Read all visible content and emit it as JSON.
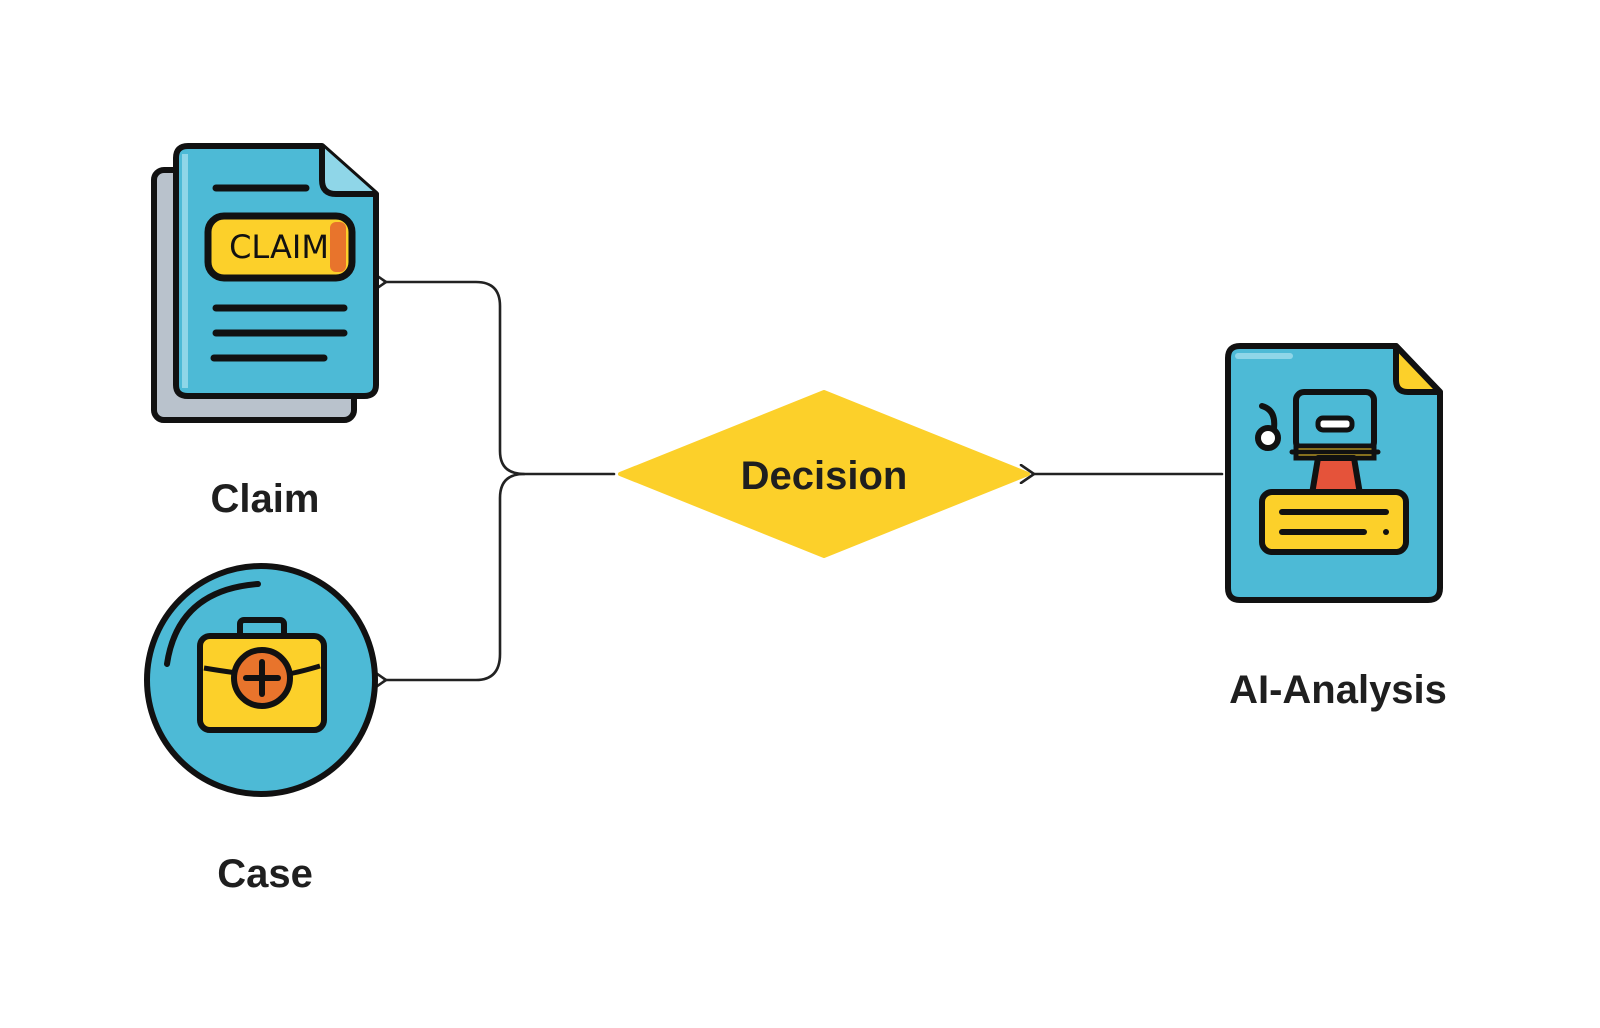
{
  "nodes": {
    "claim": {
      "label": "Claim",
      "icon": "claim-document-icon",
      "badge_text": "CLAIM"
    },
    "case": {
      "label": "Case",
      "icon": "medical-case-icon"
    },
    "decision": {
      "label": "Decision",
      "shape": "diamond"
    },
    "ai_analysis": {
      "label": "AI-Analysis",
      "icon": "ai-analysis-document-icon"
    }
  },
  "edges": [
    {
      "from": "ai_analysis",
      "to": "decision"
    },
    {
      "from": "decision",
      "to": "claim"
    },
    {
      "from": "decision",
      "to": "case"
    }
  ],
  "colors": {
    "icon_blue": "#4dbad6",
    "accent_yellow": "#fcd02a",
    "accent_orange": "#e8742c",
    "accent_red": "#e5533a",
    "outline": "#111111",
    "paper_back": "#b9c2cc",
    "connector": "#222222"
  }
}
